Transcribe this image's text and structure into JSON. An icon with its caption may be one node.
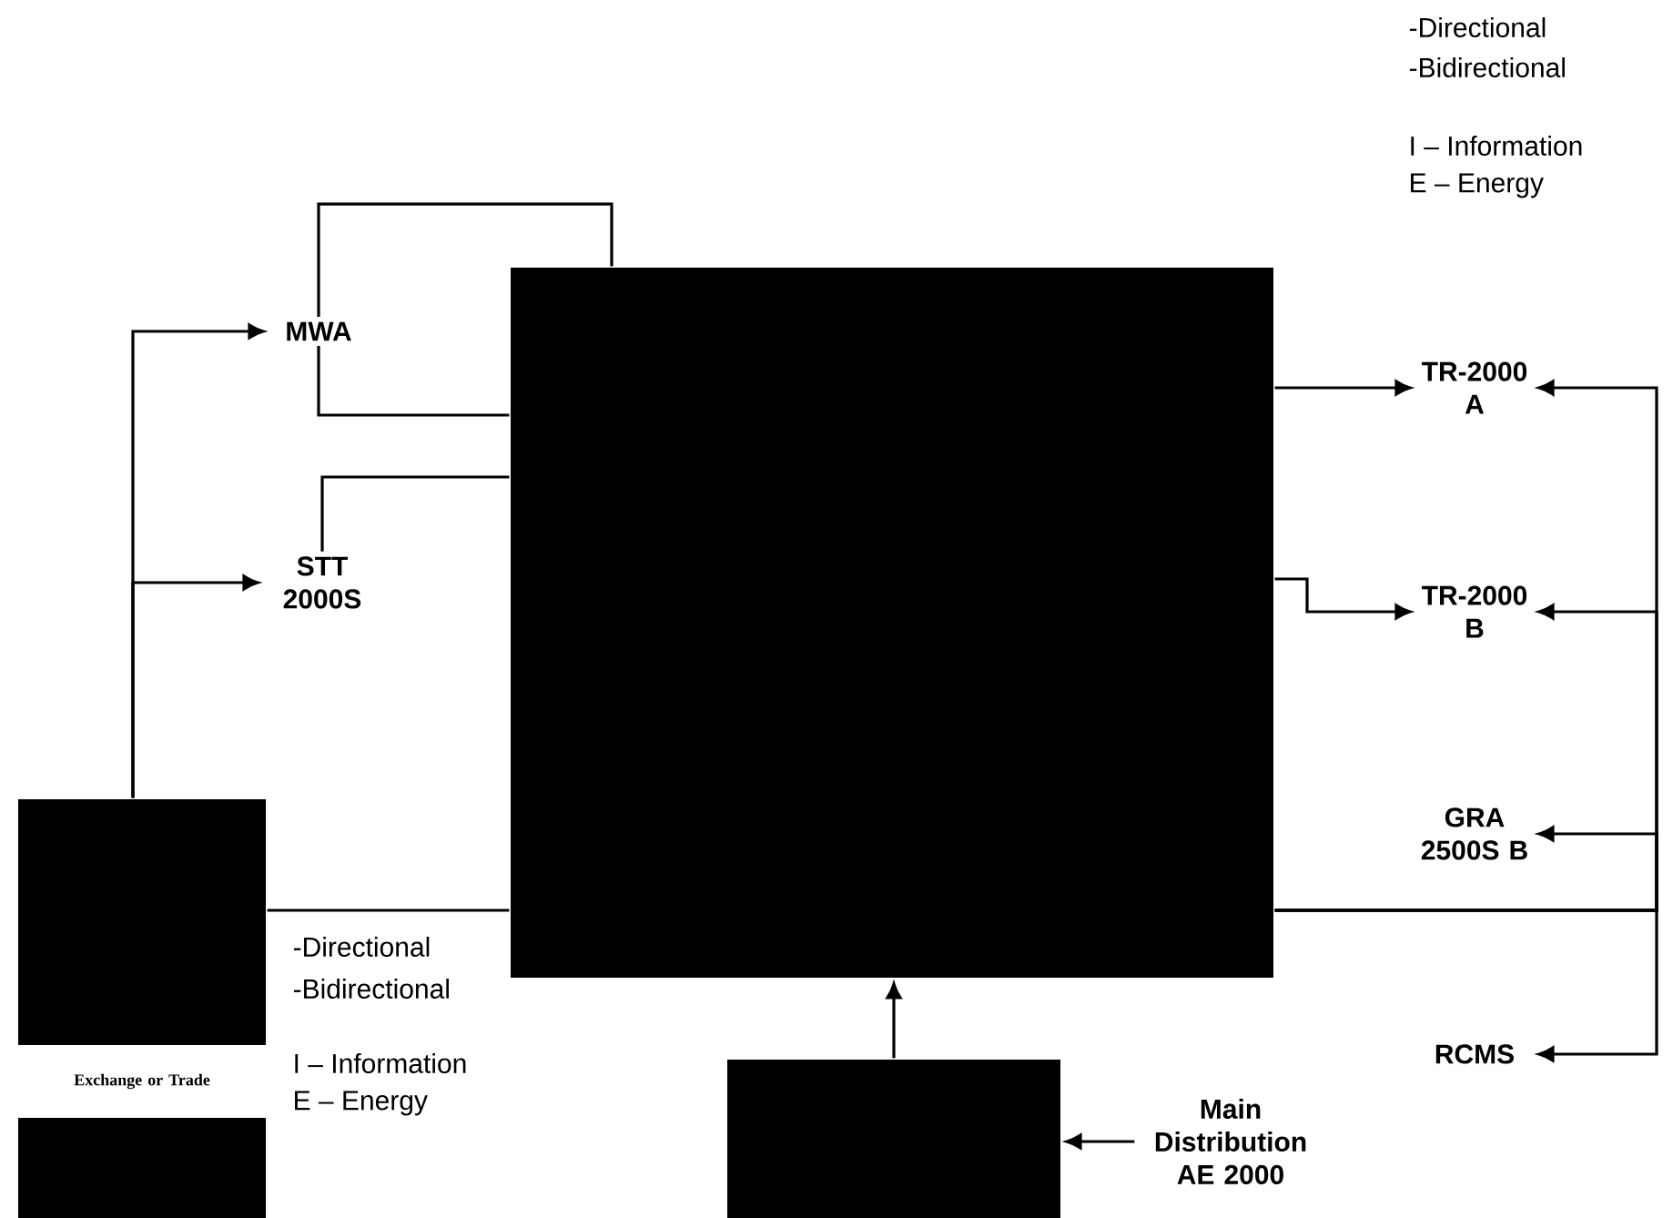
{
  "diagram": {
    "nodes": [
      {
        "text": [],
        "shape": "box"
      },
      {
        "text": [
          "MWA"
        ]
      },
      {
        "text": [
          "STT 2000S"
        ]
      },
      {
        "text": [
          "TR-2000 A"
        ]
      },
      {
        "text": [
          "TR-2000 B"
        ]
      },
      {
        "text": [
          "GRA 2500S B"
        ]
      },
      {
        "text": [
          "RCMS"
        ]
      },
      {
        "text": [
          "Exchange or Trade"
        ]
      },
      {
        "text": [],
        "shape": "box"
      },
      {
        "text": [
          "Main Distribution AE 2000"
        ]
      }
    ],
    "edges": [
      {
        "from": 7,
        "to": 1,
        "arrow": "to"
      },
      {
        "from": 7,
        "to": 2,
        "arrow": "to"
      },
      {
        "from": 1,
        "to": 0,
        "arrow": "none"
      },
      {
        "from": 1,
        "to": 0,
        "arrow": "none"
      },
      {
        "from": 2,
        "to": 0,
        "arrow": "none"
      },
      {
        "from": 0,
        "to": 3,
        "arrow": "to"
      },
      {
        "from": 0,
        "to": 4,
        "arrow": "to"
      },
      {
        "from": 0,
        "to": 3,
        "arrow": "to"
      },
      {
        "from": 0,
        "to": 4,
        "arrow": "to"
      },
      {
        "from": 0,
        "to": 5,
        "arrow": "to"
      },
      {
        "from": 0,
        "to": 6,
        "arrow": "to"
      },
      {
        "from": 7,
        "to": 0,
        "arrow": "none"
      },
      {
        "from": 8,
        "to": 0,
        "arrow": "to"
      },
      {
        "from": 9,
        "to": 8,
        "arrow": "to"
      }
    ],
    "labels": [
      "-Directional",
      "-Bidirectional",
      "I – Information",
      "E – Energy",
      "-Directional",
      "-Bidirectional",
      "I – Information",
      "E – Energy"
    ]
  }
}
